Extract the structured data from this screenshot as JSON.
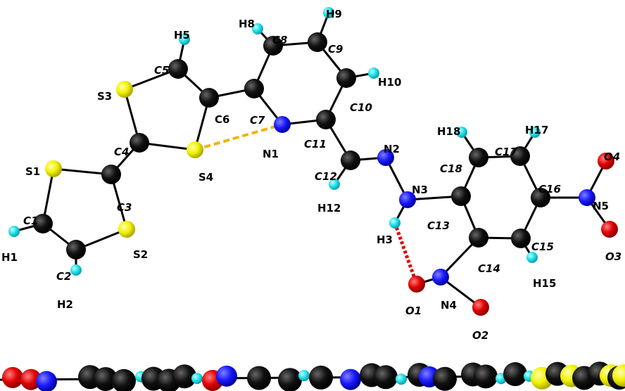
{
  "colors": {
    "carbon": "#0a0a0a",
    "sulfur": "#f2f200",
    "nitrogen": "#1a1aff",
    "oxygen": "#e00000",
    "hydrogen": "#20e0e8",
    "bond": "#000000",
    "hbond_s": "#f0b400",
    "hbond_o": "#e00000"
  },
  "atoms": [
    {
      "id": "S1",
      "el": "S"
    },
    {
      "id": "S2",
      "el": "S"
    },
    {
      "id": "S3",
      "el": "S"
    },
    {
      "id": "S4",
      "el": "S"
    },
    {
      "id": "C1",
      "el": "C"
    },
    {
      "id": "C2",
      "el": "C"
    },
    {
      "id": "C3",
      "el": "C"
    },
    {
      "id": "C4",
      "el": "C"
    },
    {
      "id": "C5",
      "el": "C"
    },
    {
      "id": "C6",
      "el": "C"
    },
    {
      "id": "C7",
      "el": "C"
    },
    {
      "id": "C8",
      "el": "C"
    },
    {
      "id": "C9",
      "el": "C"
    },
    {
      "id": "C10",
      "el": "C"
    },
    {
      "id": "C11",
      "el": "C"
    },
    {
      "id": "C12",
      "el": "C"
    },
    {
      "id": "C13",
      "el": "C"
    },
    {
      "id": "C14",
      "el": "C"
    },
    {
      "id": "C15",
      "el": "C"
    },
    {
      "id": "C16",
      "el": "C"
    },
    {
      "id": "C17",
      "el": "C"
    },
    {
      "id": "C18",
      "el": "C"
    },
    {
      "id": "N1",
      "el": "N"
    },
    {
      "id": "N2",
      "el": "N"
    },
    {
      "id": "N3",
      "el": "N"
    },
    {
      "id": "N4",
      "el": "N"
    },
    {
      "id": "N5",
      "el": "N"
    },
    {
      "id": "O1",
      "el": "O"
    },
    {
      "id": "O2",
      "el": "O"
    },
    {
      "id": "O3",
      "el": "O"
    },
    {
      "id": "O4",
      "el": "O"
    },
    {
      "id": "H1",
      "el": "H"
    },
    {
      "id": "H2",
      "el": "H"
    },
    {
      "id": "H3",
      "el": "H"
    },
    {
      "id": "H5",
      "el": "H"
    },
    {
      "id": "H8",
      "el": "H"
    },
    {
      "id": "H9",
      "el": "H"
    },
    {
      "id": "H10",
      "el": "H"
    },
    {
      "id": "H12",
      "el": "H"
    },
    {
      "id": "H15",
      "el": "H"
    },
    {
      "id": "H17",
      "el": "H"
    },
    {
      "id": "H18",
      "el": "H"
    }
  ],
  "bonds": [
    [
      "C1",
      "S1"
    ],
    [
      "C1",
      "C2"
    ],
    [
      "C2",
      "S2"
    ],
    [
      "S2",
      "C3"
    ],
    [
      "S1",
      "C3"
    ],
    [
      "C3",
      "C4"
    ],
    [
      "C4",
      "S3"
    ],
    [
      "C4",
      "S4"
    ],
    [
      "S3",
      "C5"
    ],
    [
      "C5",
      "C6"
    ],
    [
      "C6",
      "S4"
    ],
    [
      "C6",
      "C7"
    ],
    [
      "C7",
      "N1"
    ],
    [
      "C7",
      "C8"
    ],
    [
      "C8",
      "C9"
    ],
    [
      "C9",
      "C10"
    ],
    [
      "C10",
      "C11"
    ],
    [
      "C11",
      "N1"
    ],
    [
      "C11",
      "C12"
    ],
    [
      "C12",
      "N2"
    ],
    [
      "N2",
      "N3"
    ],
    [
      "N3",
      "C13"
    ],
    [
      "C13",
      "C18"
    ],
    [
      "C13",
      "C14"
    ],
    [
      "C14",
      "C15"
    ],
    [
      "C15",
      "C16"
    ],
    [
      "C16",
      "C17"
    ],
    [
      "C17",
      "C18"
    ],
    [
      "C16",
      "N5"
    ],
    [
      "N5",
      "O4"
    ],
    [
      "N5",
      "O3"
    ],
    [
      "C14",
      "N4"
    ],
    [
      "N4",
      "O1"
    ],
    [
      "N4",
      "O2"
    ],
    [
      "C1",
      "H1"
    ],
    [
      "C2",
      "H2"
    ],
    [
      "C5",
      "H5"
    ],
    [
      "C8",
      "H8"
    ],
    [
      "C9",
      "H9"
    ],
    [
      "C10",
      "H10"
    ],
    [
      "C12",
      "H12"
    ],
    [
      "N3",
      "H3"
    ],
    [
      "C15",
      "H15"
    ],
    [
      "C17",
      "H17"
    ],
    [
      "C18",
      "H18"
    ]
  ],
  "hbonds": [
    {
      "from": "S4",
      "to": "N1",
      "kind": "S"
    },
    {
      "from": "H3",
      "to": "O1",
      "kind": "O"
    }
  ],
  "labels": [
    {
      "text": "S1"
    },
    {
      "text": "S2"
    },
    {
      "text": "S3"
    },
    {
      "text": "S4"
    },
    {
      "text": "C1",
      "italic": true
    },
    {
      "text": "C2",
      "italic": true
    },
    {
      "text": "C3",
      "italic": true
    },
    {
      "text": "C4",
      "italic": true
    },
    {
      "text": "C5",
      "italic": true
    },
    {
      "text": "C6"
    },
    {
      "text": "C7",
      "italic": true
    },
    {
      "text": "C8",
      "italic": true
    },
    {
      "text": "C9",
      "italic": true
    },
    {
      "text": "C10",
      "italic": true
    },
    {
      "text": "C11",
      "italic": true
    },
    {
      "text": "C12",
      "italic": true
    },
    {
      "text": "C13",
      "italic": true
    },
    {
      "text": "C14",
      "italic": true
    },
    {
      "text": "C15",
      "italic": true
    },
    {
      "text": "C16",
      "italic": true
    },
    {
      "text": "C17",
      "italic": true
    },
    {
      "text": "C18",
      "italic": true
    },
    {
      "text": "N1"
    },
    {
      "text": "N2"
    },
    {
      "text": "N3"
    },
    {
      "text": "N4"
    },
    {
      "text": "N5"
    },
    {
      "text": "O1",
      "italic": true
    },
    {
      "text": "O2",
      "italic": true
    },
    {
      "text": "O3",
      "italic": true
    },
    {
      "text": "O4",
      "italic": true
    },
    {
      "text": "H1"
    },
    {
      "text": "H2"
    },
    {
      "text": "H3"
    },
    {
      "text": "H5"
    },
    {
      "text": "H8"
    },
    {
      "text": "H9"
    },
    {
      "text": "H10"
    },
    {
      "text": "H12"
    },
    {
      "text": "H15"
    },
    {
      "text": "H17"
    },
    {
      "text": "H18"
    }
  ],
  "side_view": {
    "sequence": [
      "O",
      "O",
      "N",
      "C",
      "C",
      "C",
      "H",
      "C",
      "C",
      "C",
      "H",
      "O",
      "N",
      "C",
      "C",
      "H",
      "C",
      "N",
      "C",
      "C",
      "H",
      "C",
      "N",
      "C",
      "C",
      "C",
      "H",
      "C",
      "H",
      "S",
      "C",
      "S",
      "C",
      "C",
      "S",
      "C",
      "H",
      "S"
    ]
  }
}
